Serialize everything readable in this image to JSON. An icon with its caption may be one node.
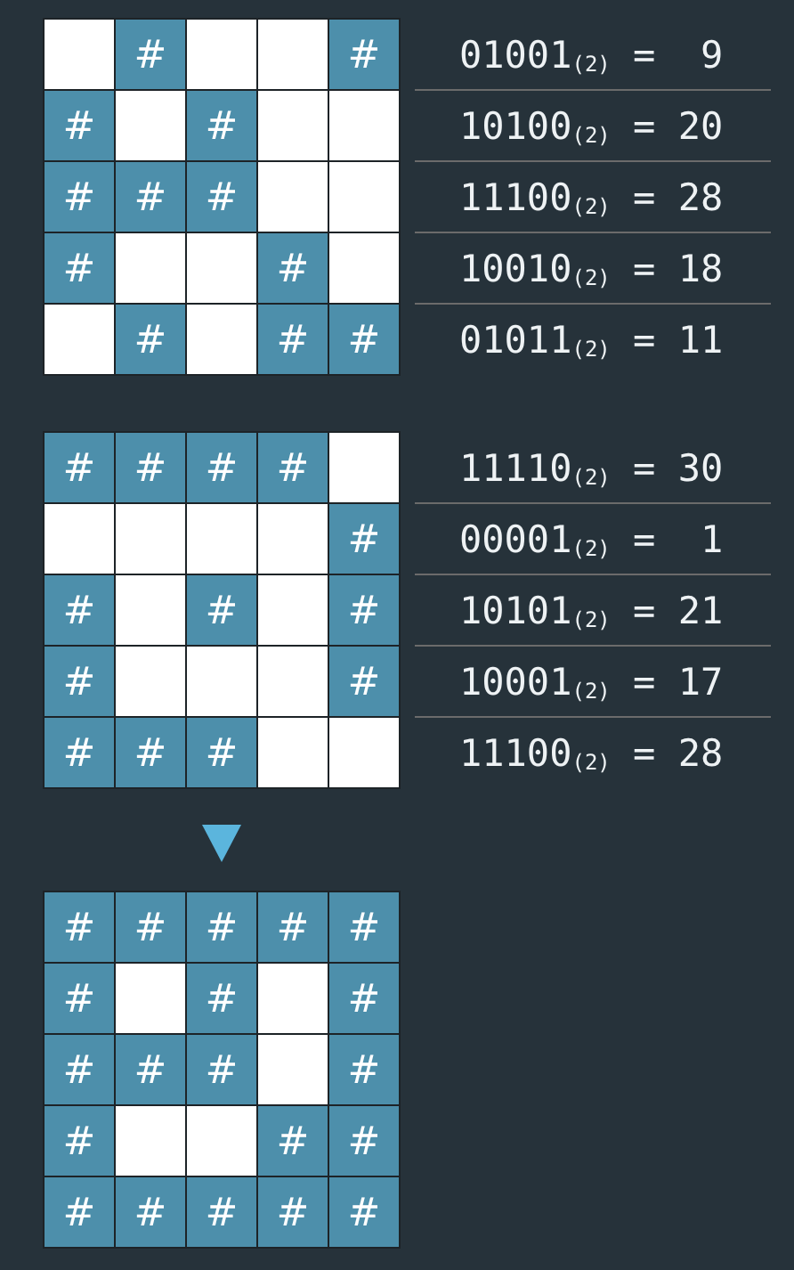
{
  "diagram": {
    "nodes": [
      {
        "text": [],
        "shape": "box"
      },
      {
        "text": [],
        "shape": "box",
        "in": 0
      },
      {
        "text": [
          "#"
        ],
        "in": 0
      },
      {
        "text": [],
        "shape": "box",
        "in": 0
      },
      {
        "text": [],
        "shape": "box",
        "in": 0
      },
      {
        "text": [
          "#"
        ],
        "in": 0
      },
      {
        "text": [
          "#"
        ],
        "in": 0
      },
      {
        "text": [],
        "shape": "box",
        "in": 0
      },
      {
        "text": [
          "#"
        ],
        "in": 0
      },
      {
        "text": [],
        "shape": "box",
        "in": 0
      },
      {
        "text": [],
        "shape": "box",
        "in": 0
      },
      {
        "text": [
          "#"
        ],
        "in": 0
      },
      {
        "text": [
          "#"
        ],
        "in": 0
      },
      {
        "text": [
          "#"
        ],
        "in": 0
      },
      {
        "text": [],
        "shape": "box",
        "in": 0
      },
      {
        "text": [],
        "shape": "box",
        "in": 0
      },
      {
        "text": [
          "#"
        ],
        "in": 0
      },
      {
        "text": [],
        "shape": "box",
        "in": 0
      },
      {
        "text": [],
        "shape": "box",
        "in": 0
      },
      {
        "text": [
          "#"
        ],
        "in": 0
      },
      {
        "text": [],
        "shape": "box",
        "in": 0
      },
      {
        "text": [],
        "shape": "box",
        "in": 0
      },
      {
        "text": [
          "#"
        ],
        "in": 0
      },
      {
        "text": [],
        "shape": "box",
        "in": 0
      },
      {
        "text": [
          "#"
        ],
        "in": 0
      },
      {
        "text": [
          "#"
        ],
        "in": 0
      },
      {
        "text": [],
        "shape": "box"
      },
      {
        "text": [
          "#"
        ],
        "in": 26
      },
      {
        "text": [
          "#"
        ],
        "in": 26
      },
      {
        "text": [
          "#"
        ],
        "in": 26
      },
      {
        "text": [
          "#"
        ],
        "in": 26
      },
      {
        "text": [],
        "shape": "box",
        "in": 26
      },
      {
        "text": [],
        "shape": "box",
        "in": 26
      },
      {
        "text": [],
        "shape": "box",
        "in": 26
      },
      {
        "text": [],
        "shape": "box",
        "in": 26
      },
      {
        "text": [],
        "shape": "box",
        "in": 26
      },
      {
        "text": [
          "#"
        ],
        "in": 26
      },
      {
        "text": [
          "#"
        ],
        "in": 26
      },
      {
        "text": [],
        "shape": "box",
        "in": 26
      },
      {
        "text": [
          "#"
        ],
        "in": 26
      },
      {
        "text": [],
        "shape": "box",
        "in": 26
      },
      {
        "text": [
          "#"
        ],
        "in": 26
      },
      {
        "text": [
          "#"
        ],
        "in": 26
      },
      {
        "text": [],
        "shape": "box",
        "in": 26
      },
      {
        "text": [],
        "shape": "box",
        "in": 26
      },
      {
        "text": [],
        "shape": "box",
        "in": 26
      },
      {
        "text": [
          "#"
        ],
        "in": 26
      },
      {
        "text": [
          "#"
        ],
        "in": 26
      },
      {
        "text": [
          "#"
        ],
        "in": 26
      },
      {
        "text": [
          "#"
        ],
        "in": 26
      },
      {
        "text": [],
        "shape": "box",
        "in": 26
      },
      {
        "text": [],
        "shape": "box",
        "in": 26
      },
      {
        "text": [],
        "shape": "box"
      },
      {
        "text": [
          "#"
        ],
        "in": 52
      },
      {
        "text": [
          "#"
        ],
        "in": 52
      },
      {
        "text": [
          "#"
        ],
        "in": 52
      },
      {
        "text": [
          "#"
        ],
        "in": 52
      },
      {
        "text": [
          "#"
        ],
        "in": 52
      },
      {
        "text": [
          "#"
        ],
        "in": 52
      },
      {
        "text": [],
        "shape": "box",
        "in": 52
      },
      {
        "text": [
          "#"
        ],
        "in": 52
      },
      {
        "text": [],
        "shape": "box",
        "in": 52
      },
      {
        "text": [
          "#"
        ],
        "in": 52
      },
      {
        "text": [
          "#"
        ],
        "in": 52
      },
      {
        "text": [
          "#"
        ],
        "in": 52
      },
      {
        "text": [
          "#"
        ],
        "in": 52
      },
      {
        "text": [],
        "shape": "box",
        "in": 52
      },
      {
        "text": [
          "#"
        ],
        "in": 52
      },
      {
        "text": [
          "#"
        ],
        "in": 52
      },
      {
        "text": [],
        "shape": "box",
        "in": 52
      },
      {
        "text": [],
        "shape": "box",
        "in": 52
      },
      {
        "text": [
          "#"
        ],
        "in": 52
      },
      {
        "text": [
          "#"
        ],
        "in": 52
      },
      {
        "text": [
          "#"
        ],
        "in": 52
      },
      {
        "text": [
          "#"
        ],
        "in": 52
      },
      {
        "text": [
          "#"
        ],
        "in": 52
      },
      {
        "text": [
          "#"
        ],
        "in": 52
      },
      {
        "text": [
          "#"
        ],
        "in": 52
      }
    ],
    "edges": [
      {
        "from": 26,
        "to": 52,
        "arrow": "to"
      }
    ],
    "labels": [
      "01001$_{(2)}$ =  9",
      "10100$_{(2)}$ = 20",
      "11100$_{(2)}$ = 28",
      "10010$_{(2)}$ = 18",
      "01011$_{(2)}$ = 11",
      "11110$_{(2)}$ = 30",
      "00001$_{(2)}$ =  1",
      "10101$_{(2)}$ = 21",
      "10001$_{(2)}$ = 17",
      "11100$_{(2)}$ = 28"
    ]
  }
}
